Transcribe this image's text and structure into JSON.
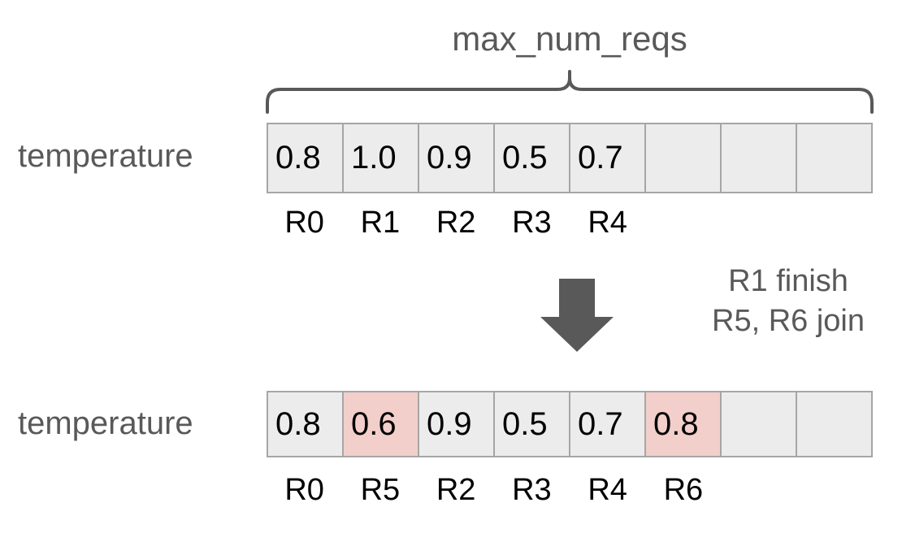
{
  "diagram": {
    "title": "max_num_reqs",
    "brace_label": "max_num_reqs",
    "transition": {
      "line1": "R1 finish",
      "line2": "R5, R6 join"
    },
    "rows": [
      {
        "label": "temperature",
        "cells": [
          {
            "value": "0.8",
            "highlight": false
          },
          {
            "value": "1.0",
            "highlight": false
          },
          {
            "value": "0.9",
            "highlight": false
          },
          {
            "value": "0.5",
            "highlight": false
          },
          {
            "value": "0.7",
            "highlight": false
          },
          {
            "value": "",
            "highlight": false
          },
          {
            "value": "",
            "highlight": false
          },
          {
            "value": "",
            "highlight": false
          }
        ],
        "indices": [
          "R0",
          "R1",
          "R2",
          "R3",
          "R4",
          "",
          "",
          ""
        ]
      },
      {
        "label": "temperature",
        "cells": [
          {
            "value": "0.8",
            "highlight": false
          },
          {
            "value": "0.6",
            "highlight": true
          },
          {
            "value": "0.9",
            "highlight": false
          },
          {
            "value": "0.5",
            "highlight": false
          },
          {
            "value": "0.7",
            "highlight": false
          },
          {
            "value": "0.8",
            "highlight": true
          },
          {
            "value": "",
            "highlight": false
          },
          {
            "value": "",
            "highlight": false
          }
        ],
        "indices": [
          "R0",
          "R5",
          "R2",
          "R3",
          "R4",
          "R6",
          "",
          ""
        ]
      }
    ],
    "colors": {
      "cell_fill": "#ececec",
      "cell_border": "#a6a6a6",
      "highlight_fill": "#f2cfcb",
      "label_text": "#595959",
      "index_text": "#000000",
      "arrow_fill": "#595959",
      "brace_stroke": "#595959"
    }
  }
}
